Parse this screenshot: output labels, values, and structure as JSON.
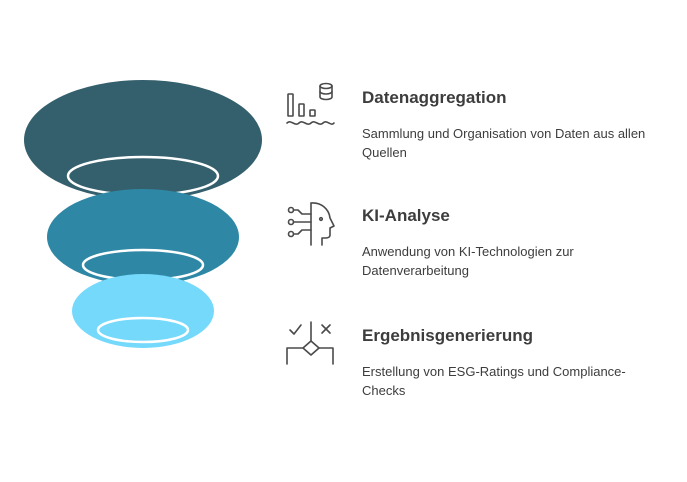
{
  "colors": {
    "layer_top": "#345f6c",
    "layer_middle": "#2e88a5",
    "layer_bottom": "#74d9fb",
    "ring": "#ffffff",
    "text": "#3d3d3d",
    "icon": "#4a4a4a"
  },
  "steps": [
    {
      "icon": "data-aggregation-icon",
      "title": "Datenaggregation",
      "description": "Sammlung und Organisation von Daten aus allen Quellen"
    },
    {
      "icon": "ai-head-icon",
      "title": "KI-Analyse",
      "description": "Anwendung von KI-Technologien zur Datenverarbeitung"
    },
    {
      "icon": "decision-icon",
      "title": "Ergebnisgenerierung",
      "description": "Erstellung von ESG-Ratings und Compliance-Checks"
    }
  ]
}
